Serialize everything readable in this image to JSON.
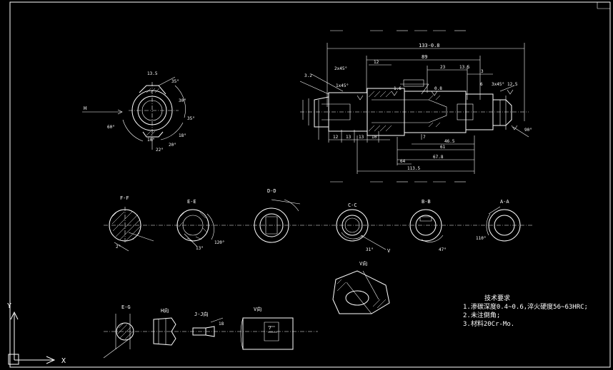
{
  "drawing": {
    "section_labels": {
      "ff": "F-F",
      "ee": "E-E",
      "dd": "D-D",
      "cc": "C-C",
      "bb": "B-B",
      "aa": "A-A",
      "eg": "E-G",
      "hh": "H向",
      "jj": "J-J向",
      "vv": "V向",
      "vvr": "V向",
      "h": "H"
    },
    "top_dims": {
      "overall": "133-0.8",
      "d89": "89",
      "d12": "12",
      "d23": "23",
      "d135": "13.5",
      "d3": "3",
      "d2x45": "2x45°",
      "d1x45": "1x45°",
      "d3x45": "3x45°",
      "d6": "6",
      "d125": "12.5",
      "d0_8": "0.8",
      "d16": "1.6",
      "d32": "3.2"
    },
    "bottom_dims": {
      "d12a": "12",
      "d13a": "13",
      "d13b": "13",
      "d10": "10",
      "d7": "7",
      "d465": "46.5",
      "d61": "61",
      "d678": "67.8",
      "d64": "64",
      "d1135": "113.5",
      "d90": "90°"
    },
    "flange_dims": {
      "d135": "13.5",
      "a35a": "35°",
      "a30": "30°",
      "a35b": "35°",
      "a60": "60°",
      "a18": "18°",
      "a20": "20°",
      "a22": "22°",
      "a10": "10°"
    },
    "section_dims": {
      "a2": "2°",
      "a13": "13°",
      "a120": "120°",
      "a31": "31°",
      "a47": "47°",
      "a110": "110°",
      "v": "V",
      "d7": "7",
      "d18": "18"
    },
    "notes": {
      "title": "技术要求",
      "line1": "1.渗碳深度0.4~0.6,淬火硬度56~63HRC;",
      "line2": "2.未注倒角;",
      "line3": "3.材料20Cr-Mo."
    },
    "ucs": {
      "x": "X",
      "y": "Y"
    }
  }
}
